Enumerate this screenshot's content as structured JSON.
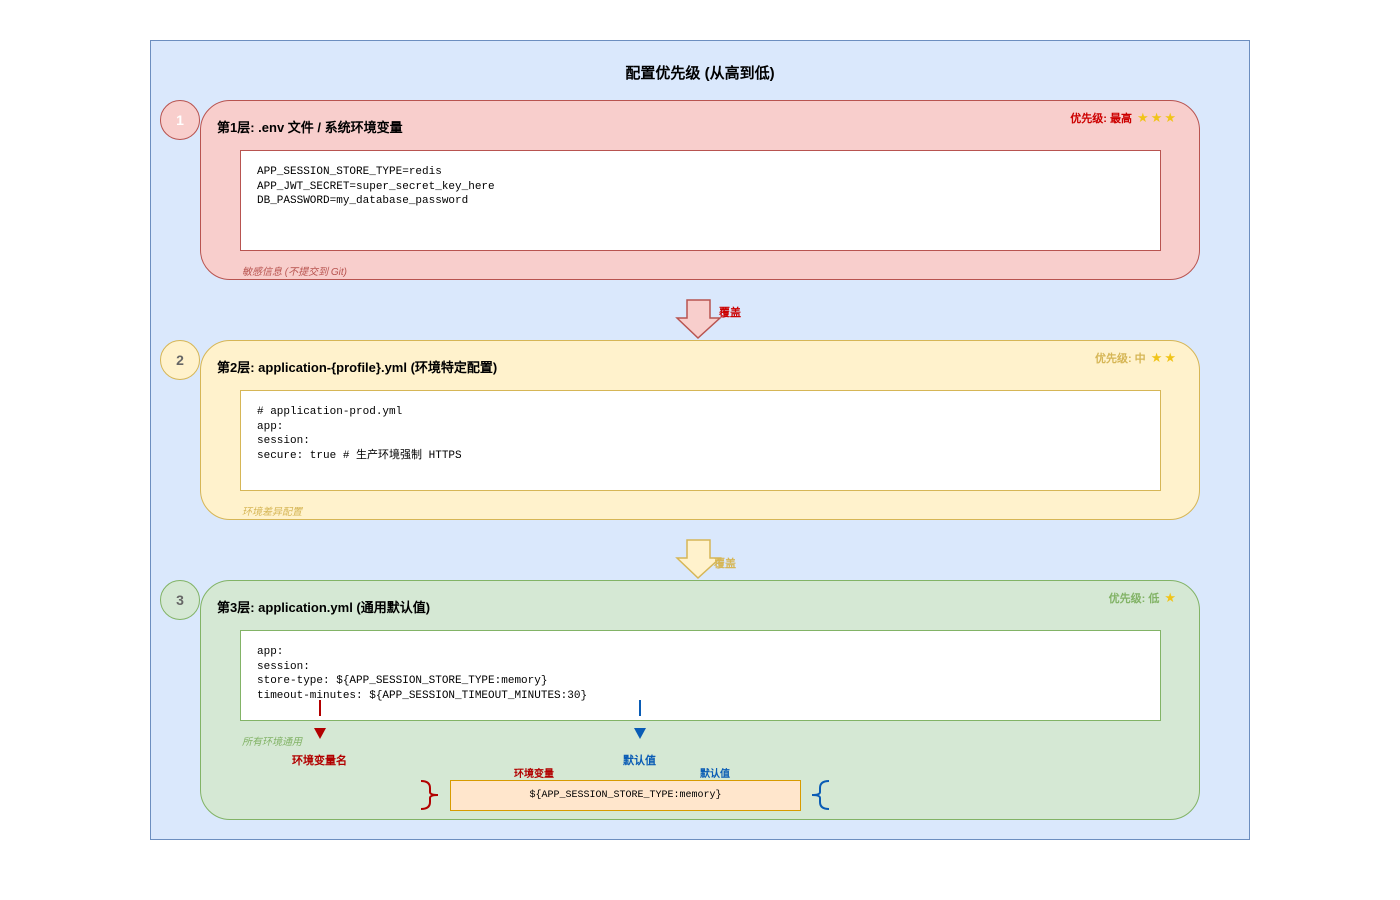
{
  "title": "配置优先级 (从高到低)",
  "colors": {
    "layer1_fill": "#f8cecc",
    "layer1_stroke": "#b85450",
    "layer1_accent": "#cc0000",
    "layer2_fill": "#fff2cc",
    "layer2_stroke": "#d6b656",
    "layer2_accent": "#d6b656",
    "layer3_fill": "#d5e8d4",
    "layer3_stroke": "#82b366",
    "layer3_accent": "#82b366",
    "star": "#f0c419",
    "env_var_red": "#b20000",
    "default_blue": "#0a5cb5"
  },
  "layers": [
    {
      "number": "1",
      "title": "第1层: .env 文件 / 系统环境变量",
      "priority_label": "优先级: 最高",
      "stars": 3,
      "code_lines": [
        "APP_SESSION_STORE_TYPE=redis",
        "APP_JWT_SECRET=super_secret_key_here",
        "DB_PASSWORD=my_database_password"
      ],
      "note": "敏感信息 (不提交到 Git)"
    },
    {
      "number": "2",
      "title": "第2层: application-{profile}.yml (环境特定配置)",
      "priority_label": "优先级: 中",
      "stars": 2,
      "code_lines": [
        "# application-prod.yml",
        "app:",
        "session:",
        "secure: true # 生产环境强制 HTTPS"
      ],
      "note": "环境差异配置"
    },
    {
      "number": "3",
      "title": "第3层: application.yml (通用默认值)",
      "priority_label": "优先级: 低",
      "stars": 1,
      "code_lines": [
        "app:",
        "session:",
        "store-type: ${APP_SESSION_STORE_TYPE:memory}",
        "timeout-minutes: ${APP_SESSION_TIMEOUT_MINUTES:30}"
      ],
      "note": "所有环境通用"
    }
  ],
  "override_arrows": [
    {
      "label": "覆盖"
    },
    {
      "label": "覆盖"
    }
  ],
  "annotations": {
    "env_var_name": "环境变量名",
    "default_value": "默认值",
    "env_var_short": "环境变量",
    "default_short": "默认值",
    "example": "${APP_SESSION_STORE_TYPE:memory}"
  }
}
